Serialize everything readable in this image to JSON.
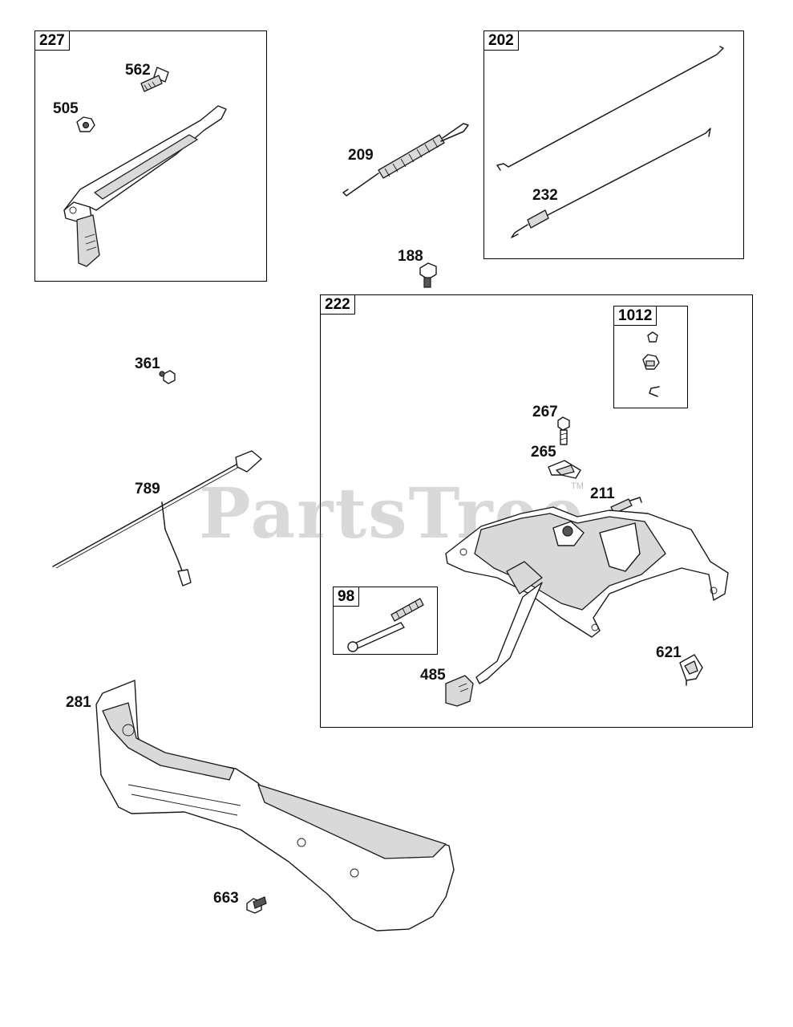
{
  "watermark": {
    "text": "PartsTree",
    "trademark": "TM"
  },
  "groups": [
    {
      "id": "227"
    },
    {
      "id": "202"
    },
    {
      "id": "222"
    },
    {
      "id": "1012"
    },
    {
      "id": "98"
    }
  ],
  "callouts": {
    "p562": "562",
    "p505": "505",
    "p209": "209",
    "p232": "232",
    "p188": "188",
    "p361": "361",
    "p789": "789",
    "p267": "267",
    "p265": "265",
    "p211": "211",
    "p621": "621",
    "p485": "485",
    "p281": "281",
    "p663": "663"
  }
}
